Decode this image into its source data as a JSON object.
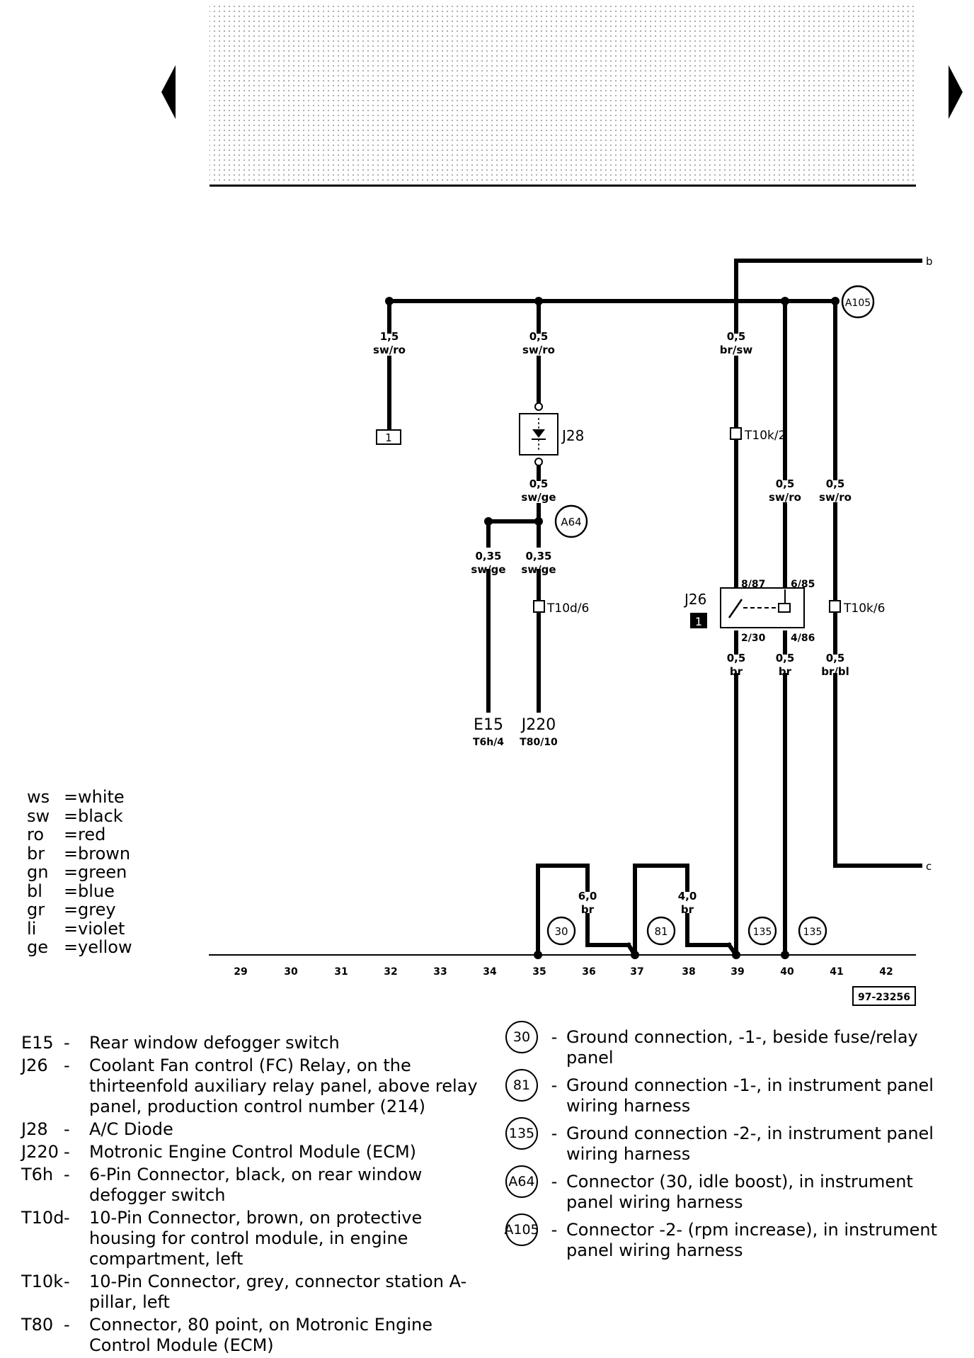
{
  "diagram_id": "97-23256",
  "navigation": {
    "prev_label": "previous page",
    "next_label": "next page"
  },
  "wire_labels": {
    "w1": [
      "1,5",
      "sw/ro"
    ],
    "w2": [
      "0,5",
      "sw/ro"
    ],
    "w3": [
      "0,5",
      "br/sw"
    ],
    "w4": [
      "0,5",
      "sw/ge"
    ],
    "w5": [
      "0,35",
      "sw/ge"
    ],
    "w6": [
      "0,35",
      "sw/ge"
    ],
    "w7": [
      "0,5",
      "sw/ro"
    ],
    "w8": [
      "0,5",
      "sw/ro"
    ],
    "w9": [
      "0,5",
      "br"
    ],
    "w10": [
      "0,5",
      "br"
    ],
    "w11": [
      "0,5",
      "br/bl"
    ],
    "w12": [
      "6,0",
      "br"
    ],
    "w13": [
      "4,0",
      "br"
    ]
  },
  "components": {
    "J28": "J28",
    "J26": "J26",
    "J26_badge": "1",
    "ref_box": "1",
    "E15": {
      "name": "E15",
      "pin": "T6h/4"
    },
    "J220": {
      "name": "J220",
      "pin": "T80/10"
    },
    "T10k2": "T10k/2",
    "T10d6": "T10d/6",
    "T10k6": "T10k/6",
    "pins": {
      "p887": "8/87",
      "p685": "6/85",
      "p230": "2/30",
      "p486": "4/86"
    },
    "edge_b": "b",
    "edge_c": "c"
  },
  "circles": {
    "A105": "A105",
    "A64": "A64",
    "g30": "30",
    "g81": "81",
    "g135a": "135",
    "g135b": "135"
  },
  "tracks": [
    "29",
    "30",
    "31",
    "32",
    "33",
    "34",
    "35",
    "36",
    "37",
    "38",
    "39",
    "40",
    "41",
    "42"
  ],
  "color_codes": [
    {
      "code": "ws",
      "name": "white"
    },
    {
      "code": "sw",
      "name": "black"
    },
    {
      "code": "ro",
      "name": "red"
    },
    {
      "code": "br",
      "name": "brown"
    },
    {
      "code": "gn",
      "name": "green"
    },
    {
      "code": "bl",
      "name": "blue"
    },
    {
      "code": "gr",
      "name": "grey"
    },
    {
      "code": "li",
      "name": "violet"
    },
    {
      "code": "ge",
      "name": "yellow"
    }
  ],
  "component_legend": [
    {
      "code": "E15",
      "desc": "Rear window defogger switch"
    },
    {
      "code": "J26",
      "desc": "Coolant Fan control (FC) Relay, on the thirteenfold auxiliary relay panel, above relay panel, production control number (214)"
    },
    {
      "code": "J28",
      "desc": "A/C Diode"
    },
    {
      "code": "J220",
      "desc": "Motronic Engine Control Module (ECM)"
    },
    {
      "code": "T6h",
      "desc": "6-Pin Connector, black, on rear window defogger switch"
    },
    {
      "code": "T10d",
      "desc": "10-Pin Connector, brown, on protective housing for control module, in engine compartment, left"
    },
    {
      "code": "T10k",
      "desc": "10-Pin Connector, grey, connector station A-pillar, left"
    },
    {
      "code": "T80",
      "desc": "Connector, 80 point, on Motronic Engine Control Module (ECM)"
    }
  ],
  "ground_legend": [
    {
      "id": "30",
      "desc": "Ground connection, -1-, beside fuse/relay panel"
    },
    {
      "id": "81",
      "desc": "Ground connection -1-, in instrument panel wiring harness"
    },
    {
      "id": "135",
      "desc": "Ground connection -2-, in instrument panel wiring harness"
    },
    {
      "id": "A64",
      "desc": "Connector (30, idle boost), in instrument panel wiring harness"
    },
    {
      "id": "A105",
      "desc": "Connector -2- (rpm increase), in instrument panel wiring harness"
    }
  ]
}
